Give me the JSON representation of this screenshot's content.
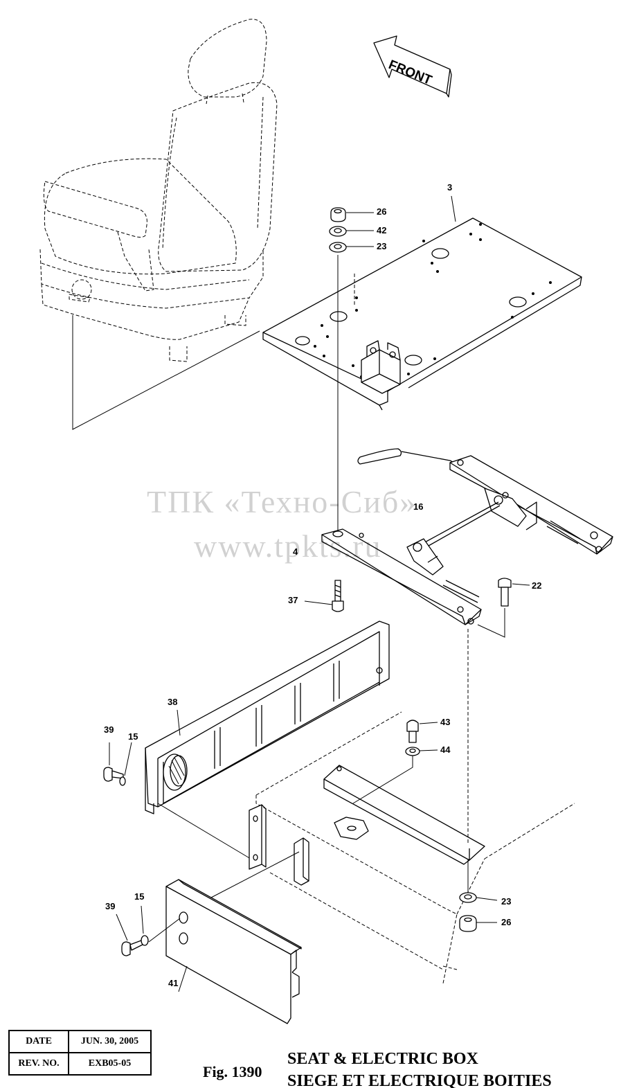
{
  "figure": {
    "fig_label": "Fig. 1390",
    "title_en": "SEAT & ELECTRIC BOX",
    "title_fr": "SIEGE ET ELECTRIQUE BOITIES"
  },
  "revision_box": {
    "date_label": "DATE",
    "date_value": "JUN. 30, 2005",
    "rev_label": "REV. NO.",
    "rev_value": "EXB05-05"
  },
  "direction_arrow": {
    "label": "FRONT",
    "icon": "front-arrow-icon"
  },
  "watermark": {
    "line1": "ТПК «Техно-Сиб»",
    "line2": "www.tpkts.ru"
  },
  "callouts": {
    "c3": "3",
    "c4": "4",
    "c15_top": "15",
    "c15_bottom": "15",
    "c16": "16",
    "c22": "22",
    "c23_top": "23",
    "c23_bottom": "23",
    "c26_top": "26",
    "c26_bottom": "26",
    "c37": "37",
    "c38": "38",
    "c39_top": "39",
    "c39_bottom": "39",
    "c41": "41",
    "c42": "42",
    "c43": "43",
    "c44": "44"
  },
  "parts": {
    "seat": "seat-icon",
    "base_plate": "base-plate-icon",
    "seat_rails": "seat-rail-icon",
    "electric_box_frame": "box-frame-icon",
    "cover_panel": "cover-panel-icon",
    "bolt": "bolt-icon",
    "washer": "washer-icon",
    "nut": "nut-icon"
  }
}
